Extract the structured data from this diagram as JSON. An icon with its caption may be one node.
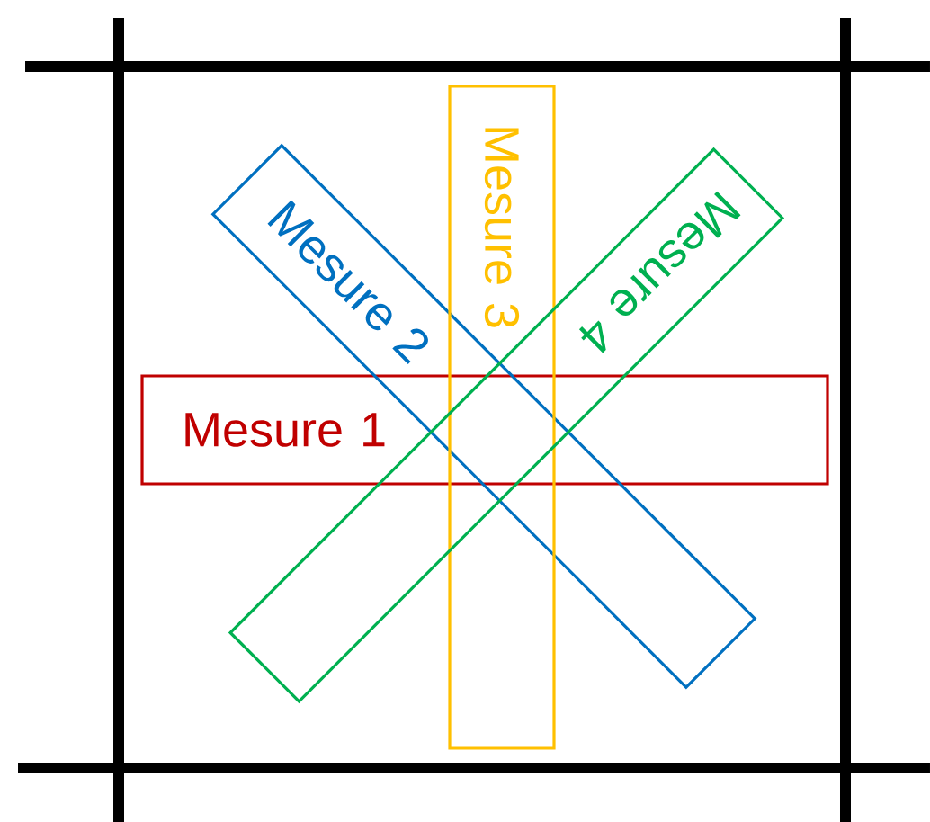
{
  "diagram": {
    "nodes": [
      {
        "text": [
          "Mesure 1"
        ]
      },
      {
        "text": [
          "Mesure 2"
        ]
      },
      {
        "text": [
          "Mesure 3"
        ]
      },
      {
        "text": [
          "Mesure 4"
        ]
      }
    ]
  }
}
